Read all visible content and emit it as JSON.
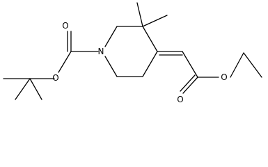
{
  "structure": {
    "atoms": {
      "ring_nitrogen": "N",
      "carbamate_carbonyl_oxygen": "O",
      "carbamate_ether_oxygen": "O",
      "ester_carbonyl_oxygen": "O",
      "ester_ether_oxygen": "O"
    },
    "colors": {
      "bond": "#000000",
      "label": "#000000",
      "background": "#ffffff"
    }
  }
}
